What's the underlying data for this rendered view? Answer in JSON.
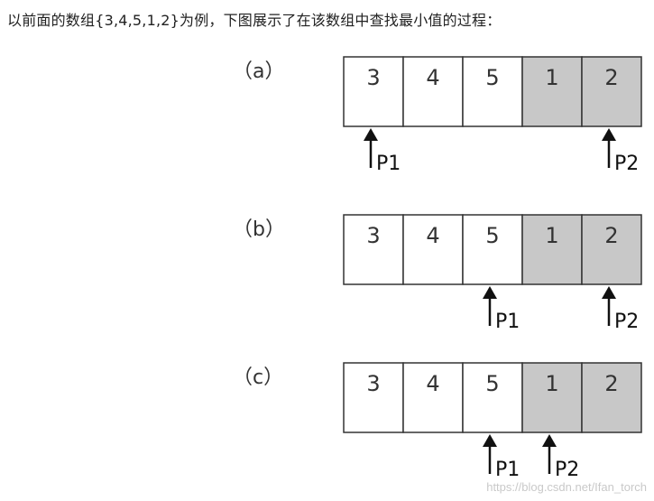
{
  "intro": "以前面的数组{3,4,5,1,2}为例，下图展示了在该数组中查找最小值的过程：",
  "colors": {
    "highlight": "#c8c8c8",
    "cell": "#ffffff",
    "border": "#333333"
  },
  "panels": [
    {
      "label": "（a）",
      "cells": [
        "3",
        "4",
        "5",
        "1",
        "2"
      ],
      "shaded": [
        false,
        false,
        false,
        true,
        true
      ],
      "pointers": [
        {
          "name": "P1",
          "index": 0
        },
        {
          "name": "P2",
          "index": 4
        }
      ]
    },
    {
      "label": "（b）",
      "cells": [
        "3",
        "4",
        "5",
        "1",
        "2"
      ],
      "shaded": [
        false,
        false,
        false,
        true,
        true
      ],
      "pointers": [
        {
          "name": "P1",
          "index": 2
        },
        {
          "name": "P2",
          "index": 4
        }
      ]
    },
    {
      "label": "（c）",
      "cells": [
        "3",
        "4",
        "5",
        "1",
        "2"
      ],
      "shaded": [
        false,
        false,
        false,
        true,
        true
      ],
      "pointers": [
        {
          "name": "P1",
          "index": 2
        },
        {
          "name": "P2",
          "index": 3
        }
      ]
    }
  ],
  "watermark": "https://blog.csdn.net/Ifan_torch"
}
